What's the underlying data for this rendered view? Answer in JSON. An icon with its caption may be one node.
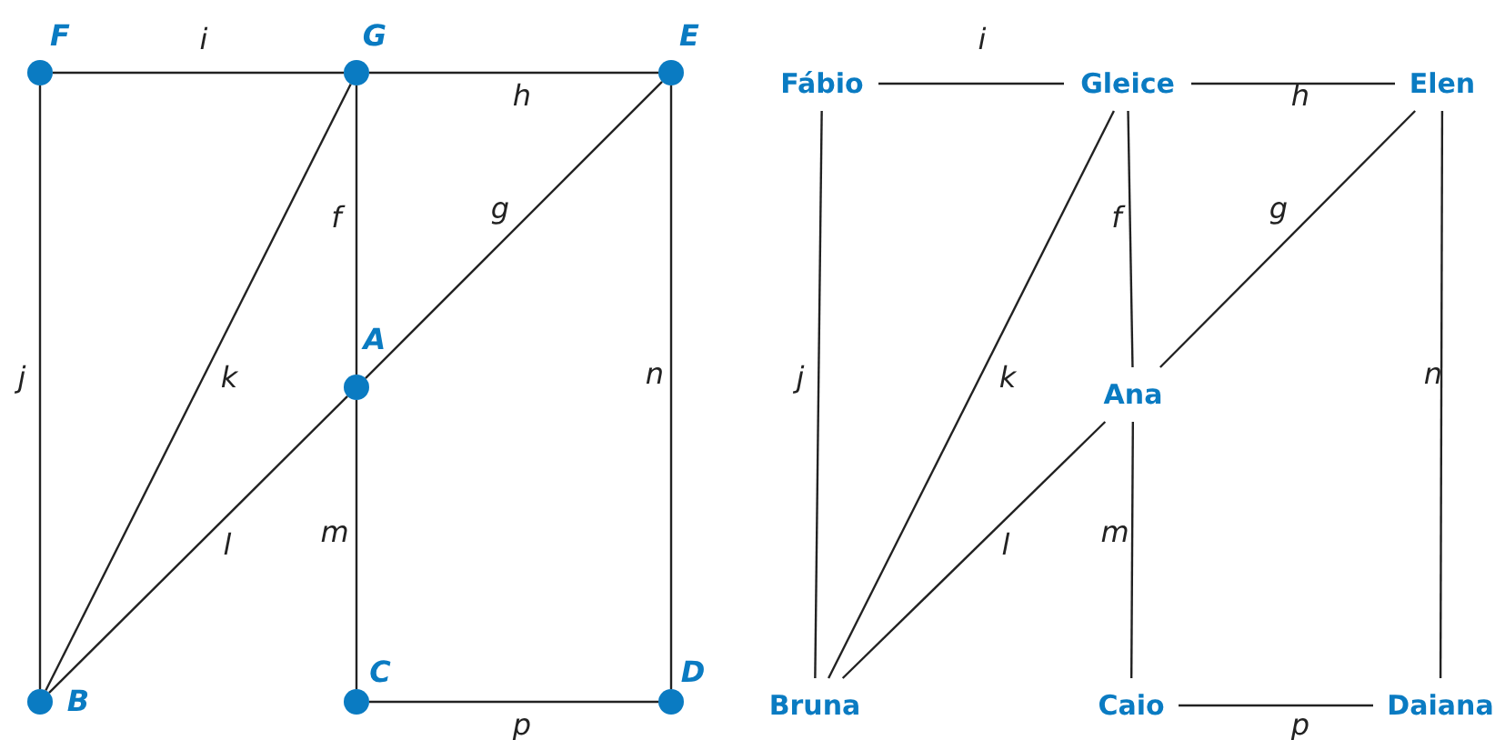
{
  "diagram": {
    "nodes": [
      {
        "text": [],
        "shape": "circle",
        "beside": [
          "F"
        ]
      },
      {
        "text": [],
        "shape": "circle",
        "beside": [
          "G"
        ]
      },
      {
        "text": [],
        "shape": "circle",
        "beside": [
          "E"
        ]
      },
      {
        "text": [],
        "shape": "circle",
        "beside": [
          "A"
        ]
      },
      {
        "text": [],
        "shape": "circle",
        "beside": [
          "B"
        ]
      },
      {
        "text": [],
        "shape": "circle",
        "beside": [
          "C"
        ]
      },
      {
        "text": [],
        "shape": "circle",
        "beside": [
          "D"
        ]
      },
      {
        "text": [
          "Fábio"
        ]
      },
      {
        "text": [
          "Gleice"
        ]
      },
      {
        "text": [
          "Elen"
        ]
      },
      {
        "text": [
          "Ana"
        ]
      },
      {
        "text": [
          "Bruna"
        ]
      },
      {
        "text": [
          "Caio"
        ]
      },
      {
        "text": [
          "Daiana"
        ]
      }
    ],
    "edges": [
      {
        "from": 0,
        "to": 1,
        "arrow": "none",
        "label": "i"
      },
      {
        "from": 1,
        "to": 2,
        "arrow": "none",
        "label": "h"
      },
      {
        "from": 1,
        "to": 3,
        "arrow": "none",
        "label": "f"
      },
      {
        "from": 2,
        "to": 3,
        "arrow": "none",
        "label": "g"
      },
      {
        "from": 0,
        "to": 4,
        "arrow": "none",
        "label": "j"
      },
      {
        "from": 1,
        "to": 4,
        "arrow": "none",
        "label": "k"
      },
      {
        "from": 2,
        "to": 6,
        "arrow": "none",
        "label": "n"
      },
      {
        "from": 3,
        "to": 4,
        "arrow": "none",
        "label": "l"
      },
      {
        "from": 3,
        "to": 5,
        "arrow": "none",
        "label": "m"
      },
      {
        "from": 5,
        "to": 6,
        "arrow": "none",
        "label": "p"
      },
      {
        "from": 7,
        "to": 8,
        "arrow": "none",
        "label": "i"
      },
      {
        "from": 8,
        "to": 9,
        "arrow": "none",
        "label": "h"
      },
      {
        "from": 8,
        "to": 10,
        "arrow": "none",
        "label": "f"
      },
      {
        "from": 9,
        "to": 10,
        "arrow": "none",
        "label": "g"
      },
      {
        "from": 7,
        "to": 11,
        "arrow": "none",
        "label": "j"
      },
      {
        "from": 8,
        "to": 11,
        "arrow": "none",
        "label": "k"
      },
      {
        "from": 9,
        "to": 13,
        "arrow": "none",
        "label": "n"
      },
      {
        "from": 10,
        "to": 11,
        "arrow": "none",
        "label": "l"
      },
      {
        "from": 10,
        "to": 12,
        "arrow": "none",
        "label": "m"
      },
      {
        "from": 12,
        "to": 13,
        "arrow": "none",
        "label": "p"
      }
    ]
  }
}
